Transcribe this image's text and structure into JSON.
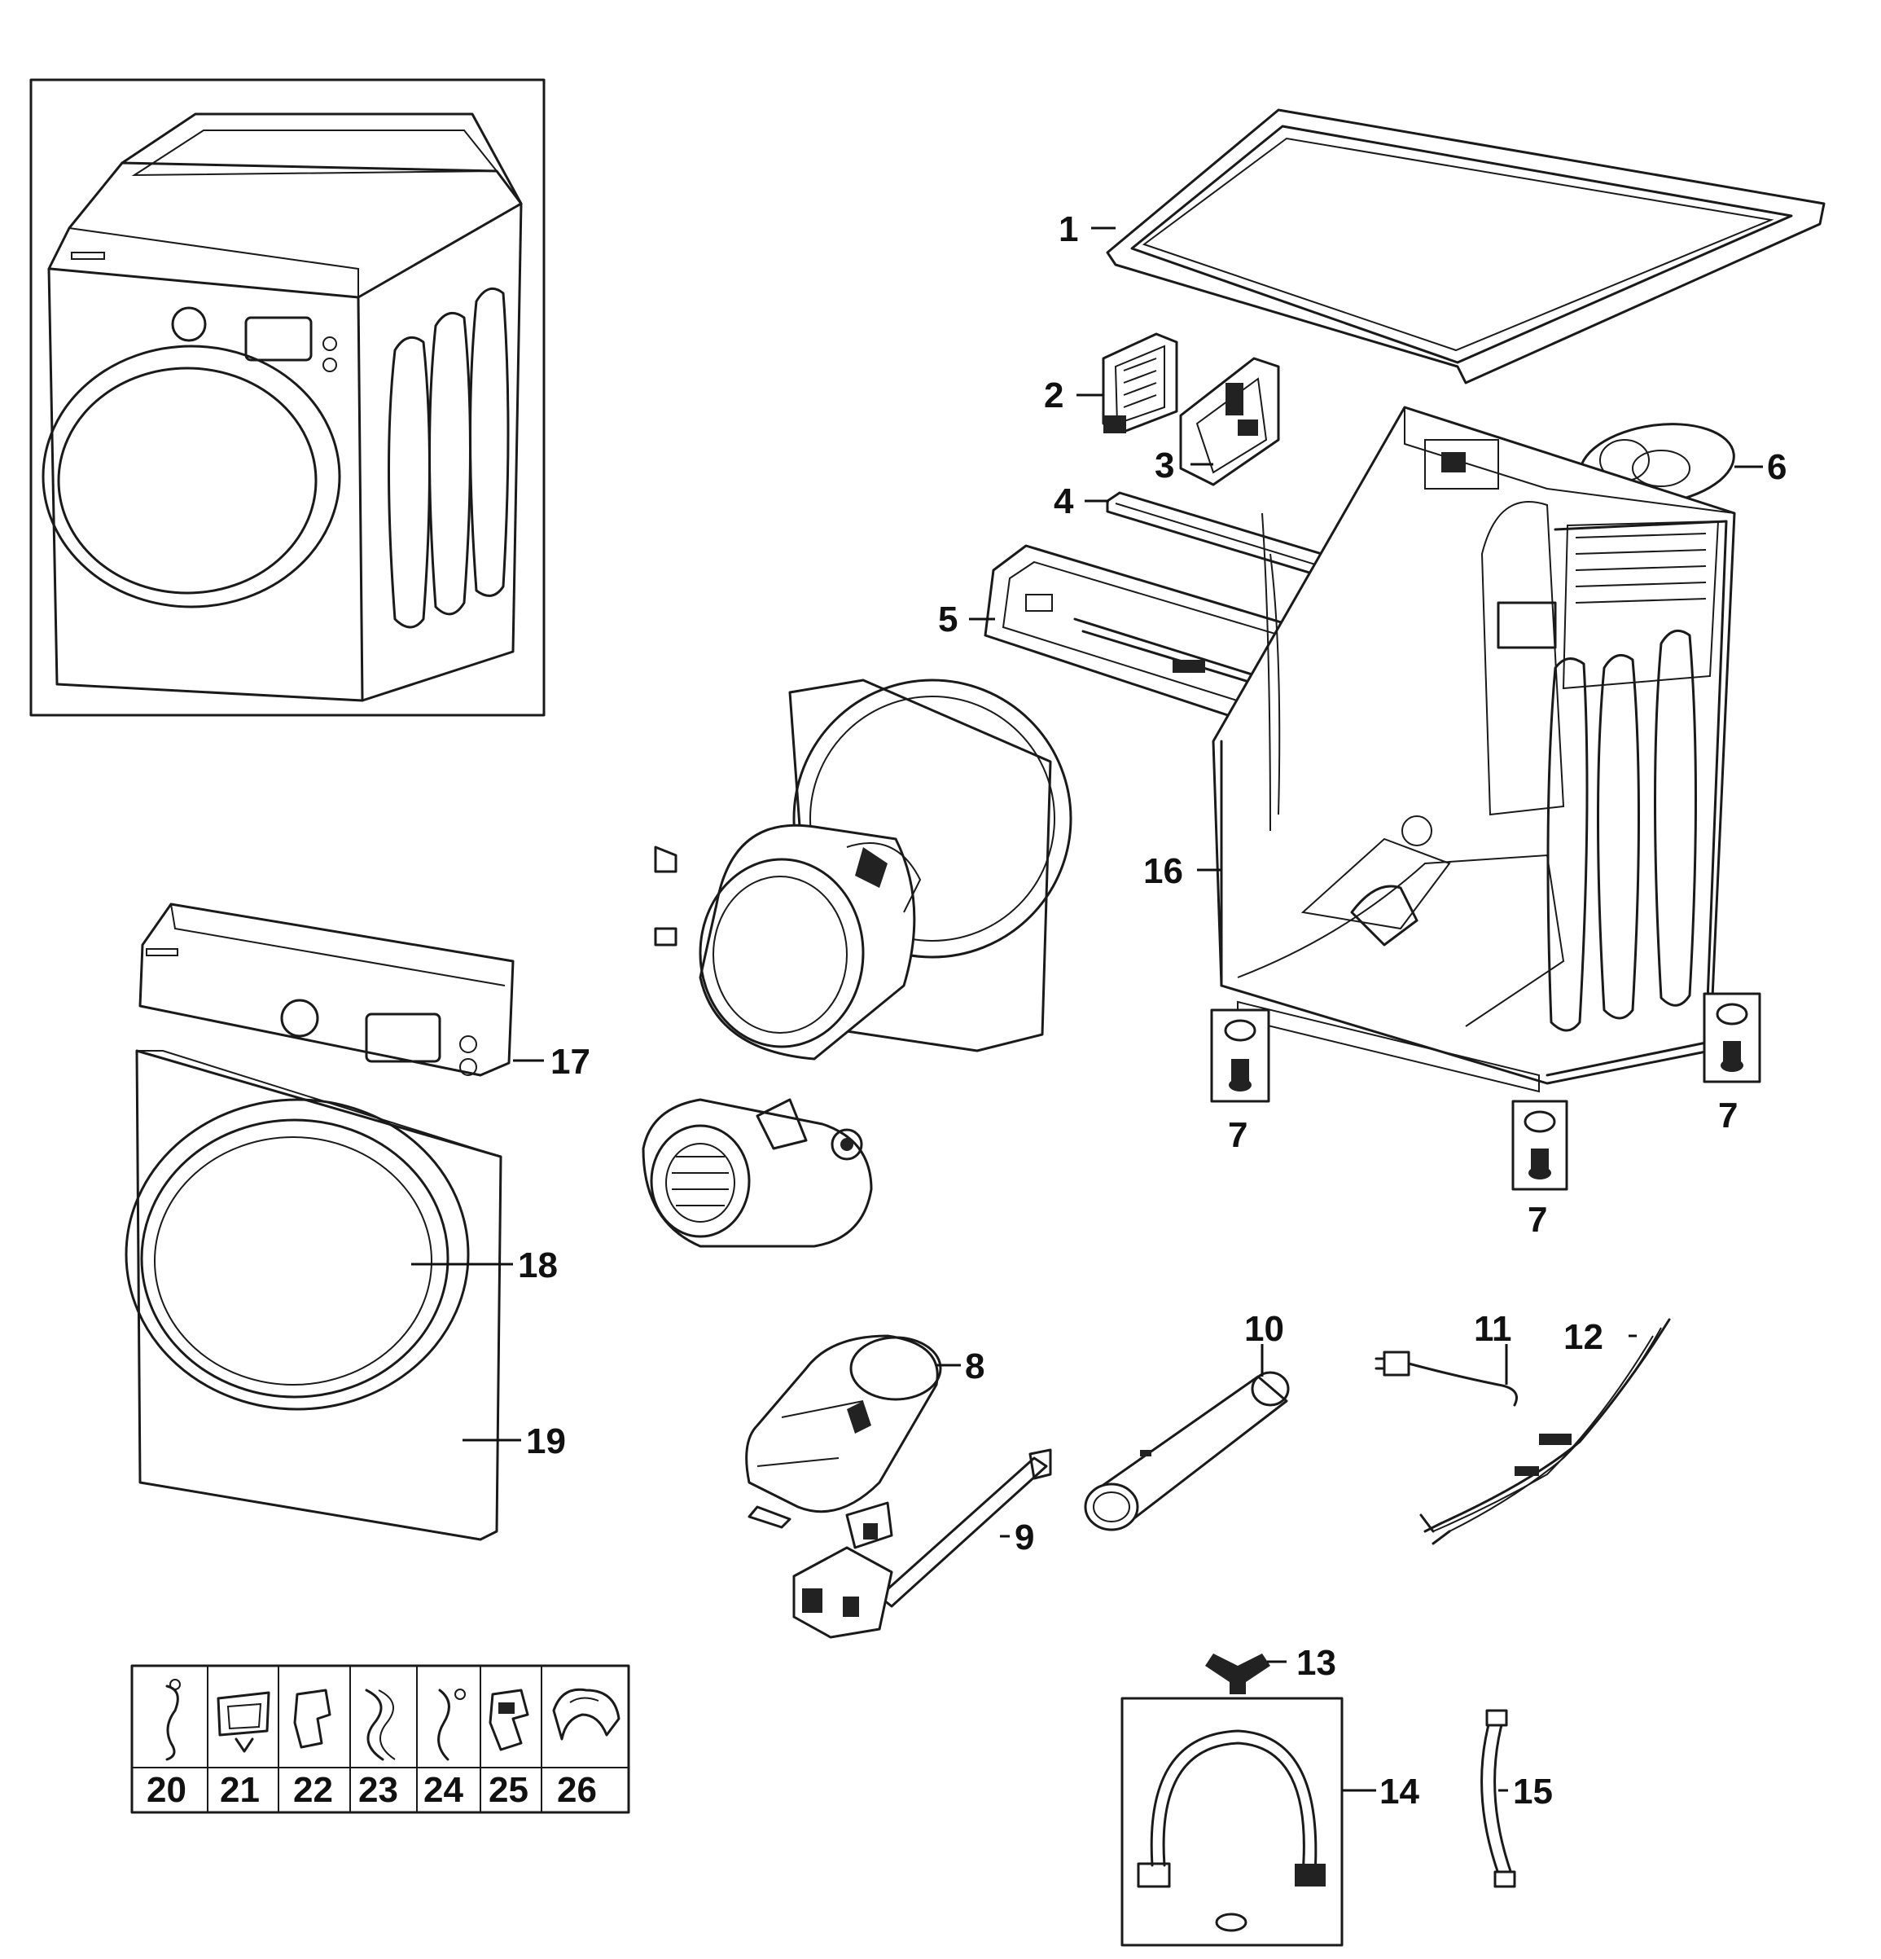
{
  "callouts": [
    {
      "id": "1",
      "text": "1"
    },
    {
      "id": "2",
      "text": "2"
    },
    {
      "id": "3",
      "text": "3"
    },
    {
      "id": "4",
      "text": "4"
    },
    {
      "id": "5",
      "text": "5"
    },
    {
      "id": "6",
      "text": "6"
    },
    {
      "id": "7a",
      "text": "7"
    },
    {
      "id": "7b",
      "text": "7"
    },
    {
      "id": "7c",
      "text": "7"
    },
    {
      "id": "8",
      "text": "8"
    },
    {
      "id": "9",
      "text": "9"
    },
    {
      "id": "10",
      "text": "10"
    },
    {
      "id": "11",
      "text": "11"
    },
    {
      "id": "12",
      "text": "12"
    },
    {
      "id": "13",
      "text": "13"
    },
    {
      "id": "14",
      "text": "14"
    },
    {
      "id": "15",
      "text": "15"
    },
    {
      "id": "16",
      "text": "16"
    },
    {
      "id": "17",
      "text": "17"
    },
    {
      "id": "18",
      "text": "18"
    },
    {
      "id": "19",
      "text": "19"
    }
  ],
  "parts_kit": [
    "20",
    "21",
    "22",
    "23",
    "24",
    "25",
    "26"
  ]
}
